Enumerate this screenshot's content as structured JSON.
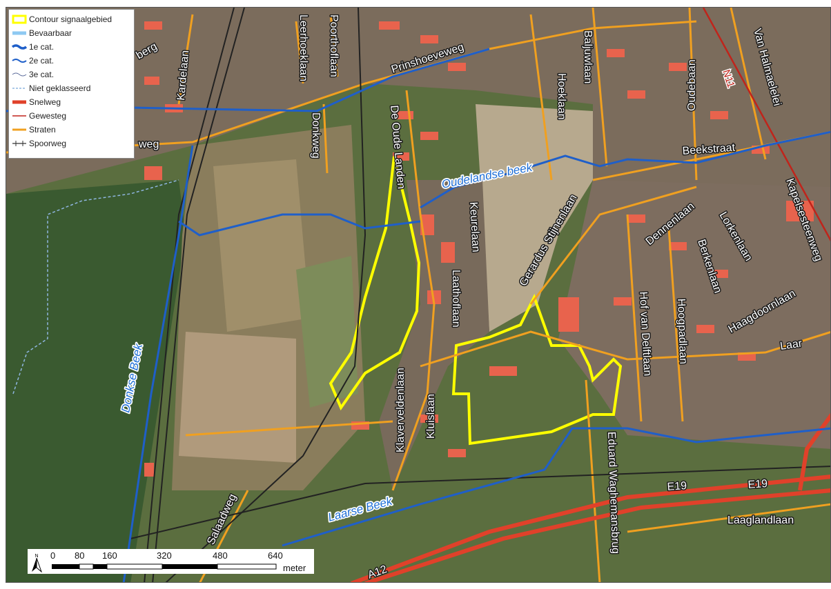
{
  "legend": {
    "items": [
      {
        "label": "Contour signaalgebied",
        "color": "#ffff00",
        "style": "box"
      },
      {
        "label": "Bevaarbaar",
        "color": "#8ec9f2",
        "style": "thick"
      },
      {
        "label": "1e cat.",
        "color": "#1f5fc9",
        "style": "wavy-thick"
      },
      {
        "label": "2e cat.",
        "color": "#1f5fc9",
        "style": "wavy"
      },
      {
        "label": "3e cat.",
        "color": "#5a6a9a",
        "style": "wavy-thin"
      },
      {
        "label": "Niet geklasseerd",
        "color": "#8fb6e0",
        "style": "dashed"
      },
      {
        "label": "Snelweg",
        "color": "#e0412a",
        "style": "thick"
      },
      {
        "label": "Gewesteg",
        "color": "#c0241b",
        "style": "thin"
      },
      {
        "label": "Straten",
        "color": "#f0a020",
        "style": "medium"
      },
      {
        "label": "Spoorweg",
        "color": "#333333",
        "style": "rail"
      }
    ]
  },
  "water_labels": {
    "oudelandse": "Oudelandse beek",
    "donkse": "Donkse Beek",
    "laarse": "Laarse Beek"
  },
  "street_labels": {
    "berg": "berg",
    "kardelaan": "Kardelaan",
    "leerhoeklaan": "Leerhoeklaan",
    "poorthoflaan": "Poorthoflaan",
    "prinshoeveweg": "Prinshoeveweg",
    "weg": "weg",
    "donkweg": "Donkweg",
    "de_oude_landen": "De Oude Landen",
    "keurelaan": "Keurelaan",
    "laathoflaan": "Laathoflaan",
    "hoeklaan": "Hoeklaan",
    "baljuwlaan": "Baljuwlaan",
    "oudebaan": "Oudebaan",
    "van_halmaelelei": "Van Halmaelelei",
    "beekstraat": "Beekstraat",
    "kapelsesteenweg": "Kapelsesteenweg",
    "gerardus": "Gerardus Stijnenlaan",
    "dennenlaan": "Dennenlaan",
    "lorkenlaan": "Lorkenlaan",
    "berkenlaan": "Berkenlaan",
    "haagdoornlaan": "Haagdoornlaan",
    "hof_van_delftlaan": "Hof van Delftlaan",
    "hoogpadlaan": "Hoogpadlaan",
    "laar": "Laar",
    "klaverveldenlaan": "Klaverveldenlaan",
    "kluislaan": "Kluislaan",
    "eduard": "Eduard Waghemansbrug",
    "salaadweg": "Salaadweg",
    "laaglandlaan": "Laaglandlaan"
  },
  "road_labels": {
    "n11": "N11",
    "e19_a": "E19",
    "e19_b": "E19",
    "a12": "A12"
  },
  "scale": {
    "ticks": [
      "0",
      "80",
      "160",
      "320",
      "480",
      "640"
    ],
    "unit": "meter"
  }
}
